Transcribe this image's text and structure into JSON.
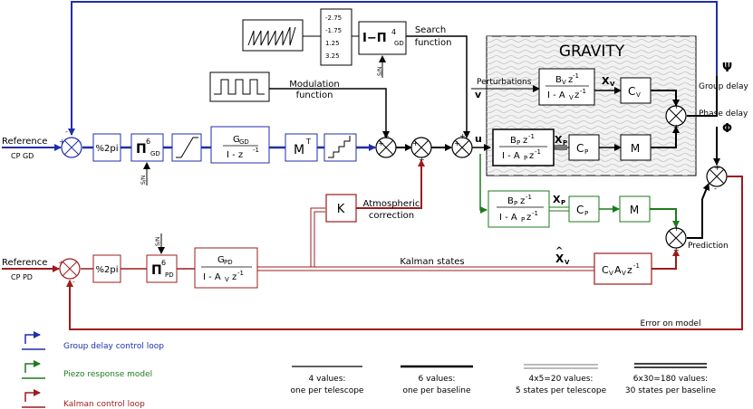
{
  "colors": {
    "blue": "#1f2fa8",
    "green": "#1e7a1e",
    "red": "#9c1c1c",
    "black": "#000000",
    "gravity_bg": "#ececec"
  },
  "gravity": {
    "title": "GRAVITY",
    "perturbations": "Perturbations",
    "v": "v"
  },
  "blocks": {
    "search_values": [
      "-2.75",
      "-1.75",
      "1.25",
      "3.25"
    ],
    "search_block": "I−Π",
    "search_sup": "4",
    "search_sub": "GD",
    "sn": "S/N",
    "mod2pi": "%2pi",
    "pi6": "Π",
    "pi6_sup": "6",
    "gd_sub": "GD",
    "pd_sub": "PD",
    "ggd_num": "G",
    "ggd_num_sub": "GD",
    "ggd_den": "I -  z",
    "ggd_den_sup": "-1",
    "mt": "M",
    "mt_sup": "T",
    "bv_num": "B",
    "bv_num_sub": "V",
    "bv_num_sup": "-1",
    "bv_den": "I - A",
    "bv_den_sub": "V",
    "bv_den_sup": "-1",
    "bp_num": "B",
    "bp_num_sub": "P",
    "bp_num_sup": "-1",
    "bp_den": "I - A",
    "bp_den_sub": "P",
    "bp_den_sup": "-1",
    "cv": "C",
    "cv_sub": "V",
    "cp": "C",
    "cp_sub": "P",
    "m": "M",
    "k": "K",
    "gpd_num": "G",
    "gpd_num_sub": "PD",
    "gpd_den": "I - A",
    "gpd_den_sub": "V",
    "gpd_den_sup": "-1",
    "cvav": "C",
    "cvav_sub1": "V",
    "cvav_mid": "A",
    "cvav_sub2": "V",
    "cvav_sup": "-1"
  },
  "labels": {
    "reference": "Reference",
    "cp_gd": "CP GD",
    "cp_pd": "CP PD",
    "search_function": [
      "Search",
      "function"
    ],
    "modulation_function": [
      "Modulation",
      "function"
    ],
    "atmospheric_correction": [
      "Atmospheric",
      "correction"
    ],
    "u": "u",
    "xv": "X",
    "xv_sub": "V",
    "xp": "X",
    "xp_sub": "P",
    "psi": "Ψ",
    "phi": "Φ",
    "group_delay": "Group delay",
    "phase_delay": "Phase delay",
    "prediction": "Prediction",
    "kalman_states": "Kalman states",
    "xv_hat": "X",
    "xv_hat_sub": "V",
    "error_on_model": "Error on model"
  },
  "legend": [
    {
      "label": "Group delay control loop"
    },
    {
      "label": "Piezo response model"
    },
    {
      "label": "Kalman control loop"
    }
  ],
  "line_legend": [
    {
      "line1": "4 values:",
      "line2": "one per telescope"
    },
    {
      "line1": "6 values:",
      "line2": "one per baseline"
    },
    {
      "line1": "4x5=20 values:",
      "line2": "5 states per telescope"
    },
    {
      "line1": "6x30=180 values:",
      "line2": "30 states per baseline"
    }
  ]
}
